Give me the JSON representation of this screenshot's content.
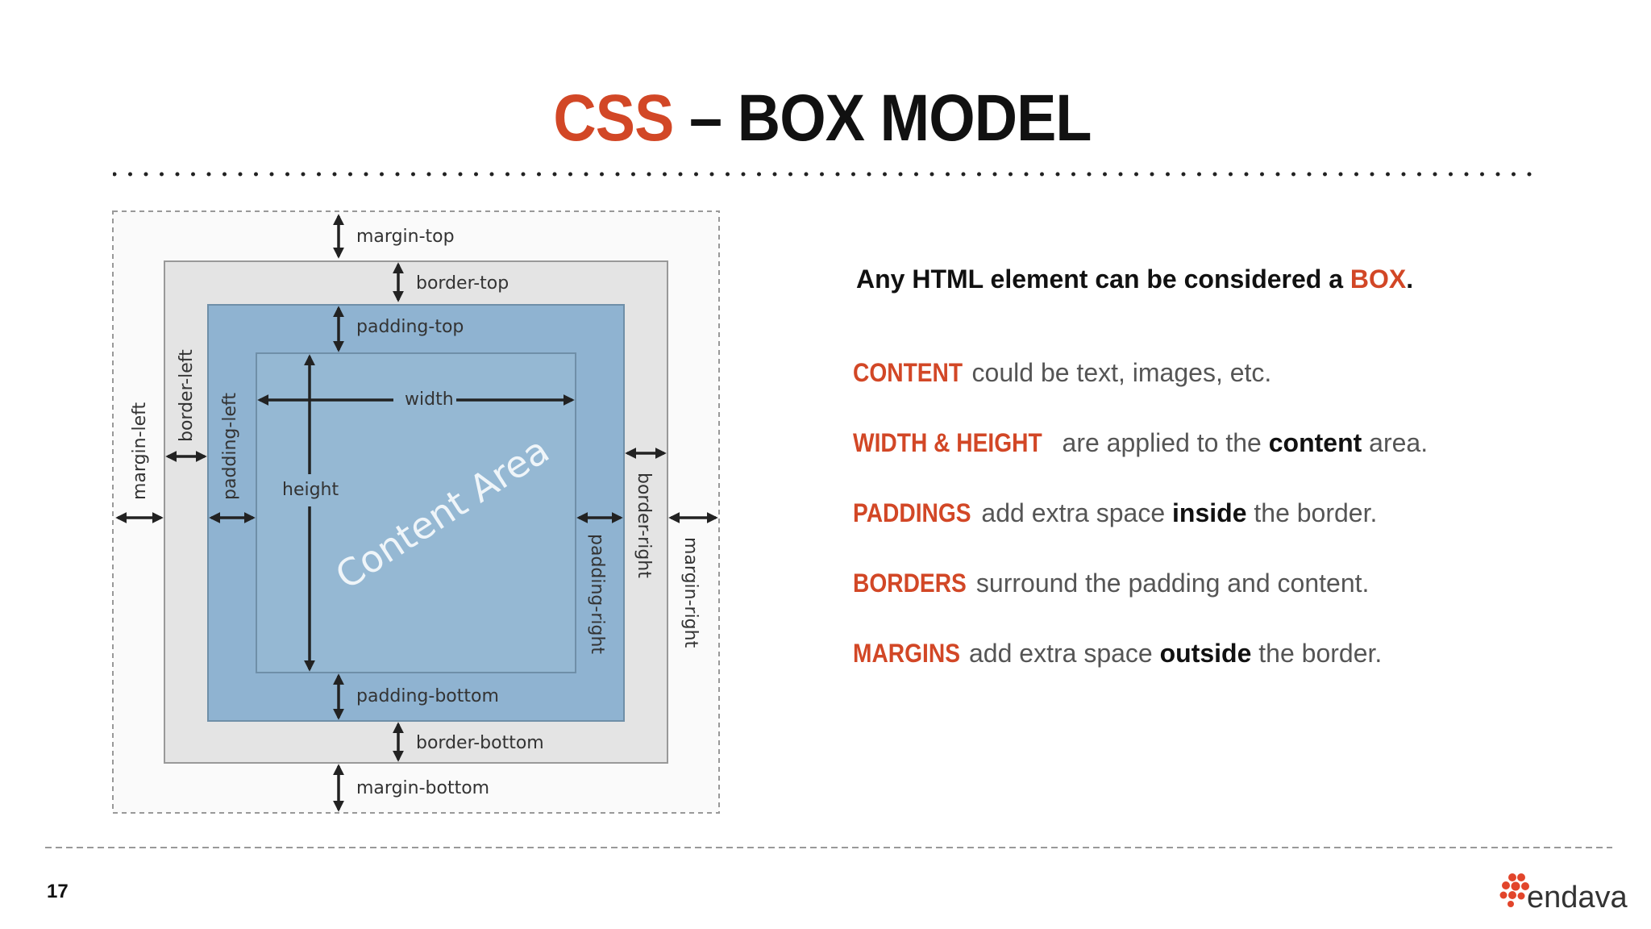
{
  "title": {
    "highlight": "CSS",
    "rest": " – BOX MODEL"
  },
  "diagram": {
    "labels": {
      "margin_top": "margin-top",
      "border_top": "border-top",
      "padding_top": "padding-top",
      "width": "width",
      "height": "height",
      "content_area": "Content Area",
      "padding_bottom": "padding-bottom",
      "border_bottom": "border-bottom",
      "margin_bottom": "margin-bottom",
      "margin_left": "margin-left",
      "border_left": "border-left",
      "padding_left": "padding-left",
      "padding_right": "padding-right",
      "border_right": "border-right",
      "margin_right": "margin-right"
    },
    "colors": {
      "border_area": "#e4e4e4",
      "padding_area": "#8fb3d1",
      "content_area": "#95b8d3",
      "arrow": "#222222"
    }
  },
  "intro": {
    "text": "Any HTML element can be considered a ",
    "highlight": "BOX",
    "end": "."
  },
  "points": [
    {
      "key": "CONTENT",
      "text": " could be text, images, etc."
    },
    {
      "key": "WIDTH & HEIGHT",
      "text": " are applied to the ",
      "bold": "content",
      "end": " area."
    },
    {
      "key": "PADDINGS",
      "text": " add extra space ",
      "bold": "inside",
      "end": " the border."
    },
    {
      "key": "BORDERS",
      "text": " surround the padding and content."
    },
    {
      "key": "MARGINS",
      "text": " add extra space ",
      "bold": "outside",
      "end": " the border."
    }
  ],
  "footer": {
    "page_number": "17",
    "logo_text": "endava"
  },
  "colors": {
    "accent": "#d24726",
    "text": "#111111",
    "muted": "#555555"
  }
}
